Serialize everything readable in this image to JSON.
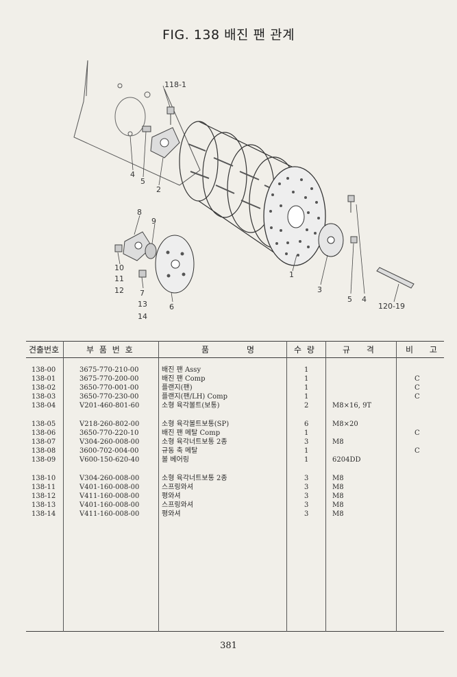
{
  "title": "FIG. 138 배진 팬 관계",
  "diagram": {
    "callouts": [
      "118-1",
      "4",
      "5",
      "2",
      "8",
      "9",
      "10",
      "11",
      "12",
      "7",
      "13",
      "14",
      "6",
      "1",
      "3",
      "5",
      "4",
      "120-19"
    ]
  },
  "table": {
    "headers": {
      "no": "견출번호",
      "part": "부 품 번 호",
      "name_a": "품",
      "name_b": "명",
      "qty": "수 량",
      "spec": "규 격",
      "note": "비 고"
    },
    "rows": [
      {
        "no": "138-00",
        "part": "3675-770-210-00",
        "name": "배진 팬 Assy",
        "qty": "1",
        "spec": "",
        "note": ""
      },
      {
        "no": "138-01",
        "part": "3675-770-200-00",
        "name": "배진 팬 Comp",
        "qty": "1",
        "spec": "",
        "note": "C"
      },
      {
        "no": "138-02",
        "part": "3650-770-001-00",
        "name": "플랜지(팬)",
        "qty": "1",
        "spec": "",
        "note": "C"
      },
      {
        "no": "138-03",
        "part": "3650-770-230-00",
        "name": "플랜지(팬/LH) Comp",
        "qty": "1",
        "spec": "",
        "note": "C"
      },
      {
        "no": "138-04",
        "part": "V201-460-801-60",
        "name": "소형 육각볼트(보통)",
        "qty": "2",
        "spec": "M8×16, 9T",
        "note": ""
      },
      {
        "no": "138-05",
        "part": "V218-260-802-00",
        "name": "소형 육각볼트보통(SP)",
        "qty": "6",
        "spec": "M8×20",
        "note": ""
      },
      {
        "no": "138-06",
        "part": "3650-770-220-10",
        "name": "배진 팬 메탈 Comp",
        "qty": "1",
        "spec": "",
        "note": "C"
      },
      {
        "no": "138-07",
        "part": "V304-260-008-00",
        "name": "소형 육각너트보통 2종",
        "qty": "3",
        "spec": "M8",
        "note": ""
      },
      {
        "no": "138-08",
        "part": "3600-702-004-00",
        "name": "규동 축 메탈",
        "qty": "1",
        "spec": "",
        "note": "C"
      },
      {
        "no": "138-09",
        "part": "V600-150-620-40",
        "name": "볼 베어링",
        "qty": "1",
        "spec": "6204DD",
        "note": ""
      },
      {
        "no": "138-10",
        "part": "V304-260-008-00",
        "name": "소형 육각너트보통 2종",
        "qty": "3",
        "spec": "M8",
        "note": ""
      },
      {
        "no": "138-11",
        "part": "V401-160-008-00",
        "name": "스프링와셔",
        "qty": "3",
        "spec": "M8",
        "note": ""
      },
      {
        "no": "138-12",
        "part": "V411-160-008-00",
        "name": "평와셔",
        "qty": "3",
        "spec": "M8",
        "note": ""
      },
      {
        "no": "138-13",
        "part": "V401-160-008-00",
        "name": "스프링와셔",
        "qty": "3",
        "spec": "M8",
        "note": ""
      },
      {
        "no": "138-14",
        "part": "V411-160-008-00",
        "name": "평와셔",
        "qty": "3",
        "spec": "M8",
        "note": ""
      }
    ]
  },
  "page_number": "381"
}
